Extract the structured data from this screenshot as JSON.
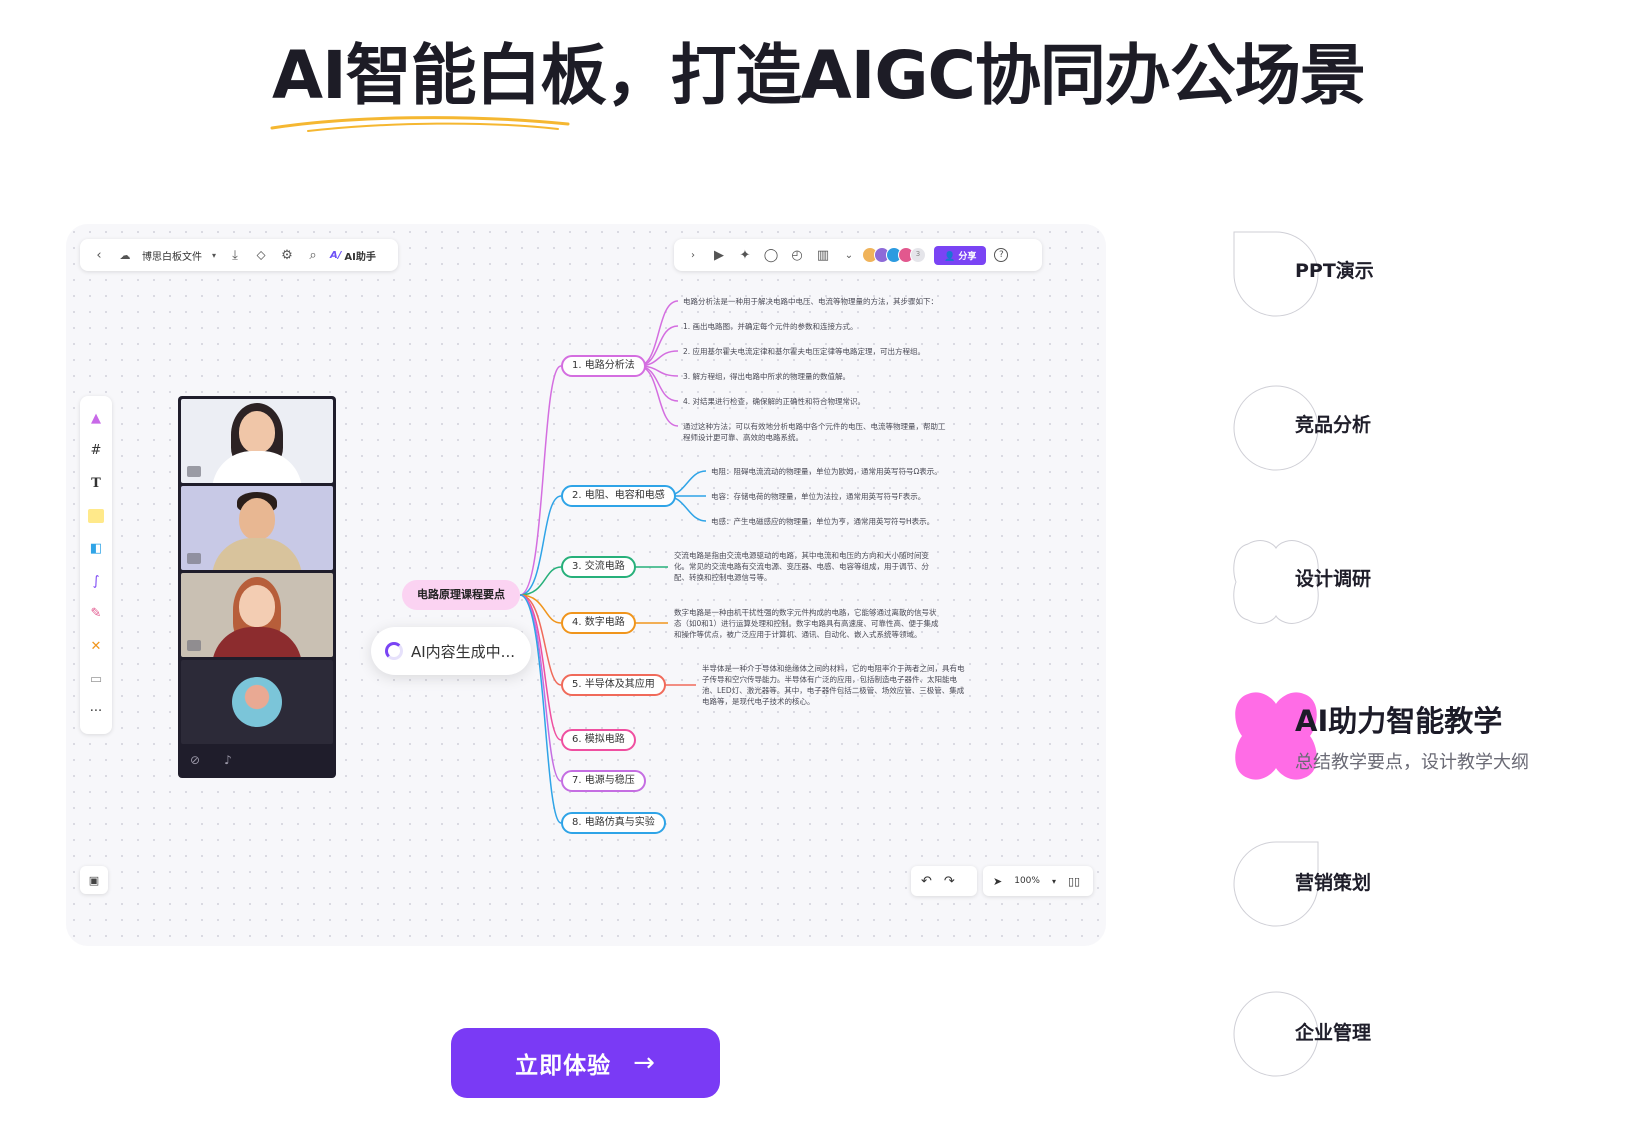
{
  "headline": {
    "highlight": "AI智能白板",
    "rest": "，打造AIGC协同办公场景",
    "underline_color": "#f5b731"
  },
  "board": {
    "top_left": {
      "file_name": "博思白板文件",
      "ai_label": "AI助手"
    },
    "top_right": {
      "collab_count": "3",
      "share_label": "分享"
    },
    "central_node": "电路原理课程要点",
    "ai_generating": "AI内容生成中...",
    "branches": [
      {
        "label": "1. 电路分析法",
        "color": "#d46ee0"
      },
      {
        "label": "2. 电阻、电容和电感",
        "color": "#2fa4e7"
      },
      {
        "label": "3. 交流电路",
        "color": "#27b07a"
      },
      {
        "label": "4. 数字电路",
        "color": "#f0951c"
      },
      {
        "label": "5. 半导体及其应用",
        "color": "#f06a5a"
      },
      {
        "label": "6. 模拟电路",
        "color": "#ef4fa0"
      },
      {
        "label": "7. 电源与稳压",
        "color": "#c56ee2"
      },
      {
        "label": "8. 电路仿真与实验",
        "color": "#2fa4e7"
      }
    ],
    "notes": {
      "analysis": [
        "电路分析法是一种用于解决电路中电压、电流等物理量的方法，其步骤如下：",
        "1. 画出电路图，并确定每个元件的参数和连接方式。",
        "2. 应用基尔霍夫电流定律和基尔霍夫电压定律等电路定理，可出方程组。",
        "3. 解方程组，得出电路中所求的物理量的数值解。",
        "4. 对结果进行检查，确保解的正确性和符合物理常识。",
        "通过这种方法，可以有效地分析电路中各个元件的电压、电流等物理量，帮助工",
        "程师设计更可靠、高效的电路系统。"
      ],
      "rlc": [
        "电阻：阻碍电流流动的物理量，单位为欧姆，通常用英写符号Ω表示。",
        "电容：存储电荷的物理量，单位为法拉，通常用英写符号F表示。",
        "电感：产生电磁感应的物理量，单位为亨，通常用英写符号H表示。"
      ],
      "ac": [
        "交流电路是指由交流电源驱动的电路，其中电流和电压的方向和大小随时间变",
        "化。常见的交流电路有交流电源、变压器、电感、电容等组成，用于调节、分",
        "配、转换和控制电源信号等。"
      ],
      "digital": [
        "数字电路是一种由机干扰性强的数字元件构成的电路，它能够通过离散的信号状",
        "态（如0和1）进行运算处理和控制。数字电路具有高速度、可靠性高、便于集成",
        "和操作等优点，被广泛应用于计算机、通讯、自动化、嵌入式系统等领域。"
      ],
      "semi": [
        "半导体是一种介于导体和绝缘体之间的材料，它的电阻率介于两者之间，具有电",
        "子传导和空穴传导能力。半导体有广泛的应用，包括制造电子器件、太阳能电",
        "池、LED灯、激光器等。其中，电子器件包括二极管、场效应管、三极管、集成",
        "电路等，是现代电子技术的核心。"
      ]
    },
    "zoom": "100%"
  },
  "cta": {
    "label": "立即体验",
    "arrow": "→"
  },
  "features": [
    {
      "label": "PPT演示",
      "active": false
    },
    {
      "label": "竞品分析",
      "active": false
    },
    {
      "label": "设计调研",
      "active": false
    },
    {
      "label": "AI助力智能教学",
      "active": true,
      "desc": "总结教学要点，设计教学大纲"
    },
    {
      "label": "营销策划",
      "active": false
    },
    {
      "label": "企业管理",
      "active": false
    }
  ],
  "colors": {
    "accent": "#7a3af5",
    "active_shape": "#ff6ce6",
    "inactive_shape_stroke": "#cfcfd6"
  }
}
